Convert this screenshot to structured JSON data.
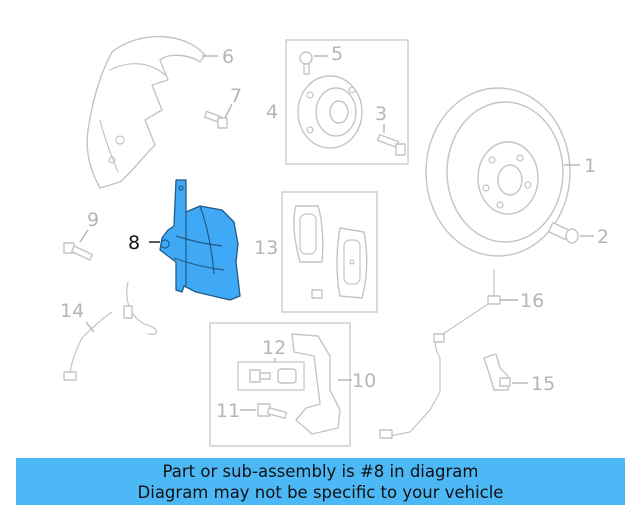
{
  "diagram": {
    "callouts": [
      "1",
      "2",
      "3",
      "4",
      "5",
      "6",
      "7",
      "8",
      "9",
      "10",
      "11",
      "12",
      "13",
      "14",
      "15",
      "16"
    ],
    "highlighted_part": "8",
    "colors": {
      "highlight": "#3fa9f5",
      "banner": "#4cb8f5",
      "parts": "#c4c4c4"
    }
  },
  "banner": {
    "line1": "Part or sub-assembly is #8 in diagram",
    "line2": "Diagram may not be specific to your vehicle"
  }
}
